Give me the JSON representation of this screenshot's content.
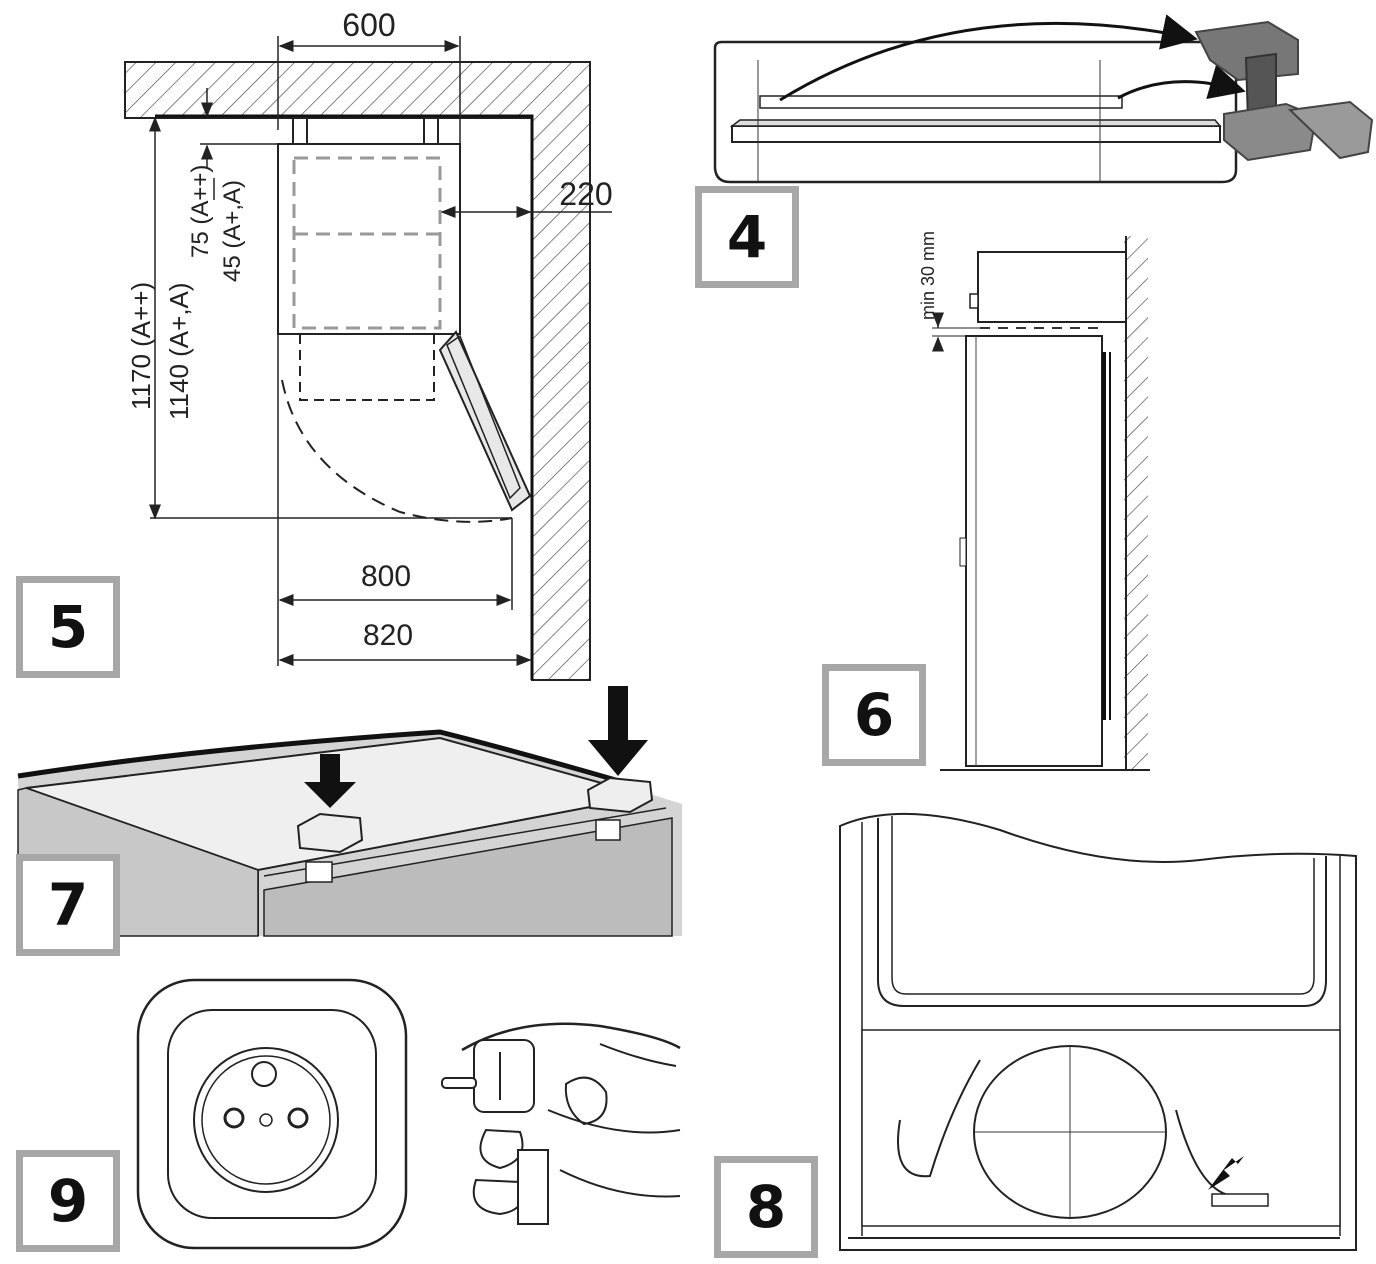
{
  "figures": {
    "fig4": {
      "number": "4"
    },
    "fig5": {
      "number": "5",
      "dims": {
        "top_width": "600",
        "side_gap": "220",
        "depth_closed": "800",
        "depth_open": "820",
        "height_a_pp": "1170 (A++)",
        "height_a_p_a": "1140 (A+,A)",
        "top_gap_a_pp": "75 (A++)",
        "top_gap_a_p_a": "45 (A+,A)"
      }
    },
    "fig6": {
      "number": "6",
      "clearance_label": "min 30 mm"
    },
    "fig7": {
      "number": "7"
    },
    "fig8": {
      "number": "8"
    },
    "fig9": {
      "number": "9"
    }
  },
  "colors": {
    "badge_border": "#a7a7a7",
    "line": "#222222",
    "hatch": "#444444",
    "panel": "#d9d9d9"
  }
}
